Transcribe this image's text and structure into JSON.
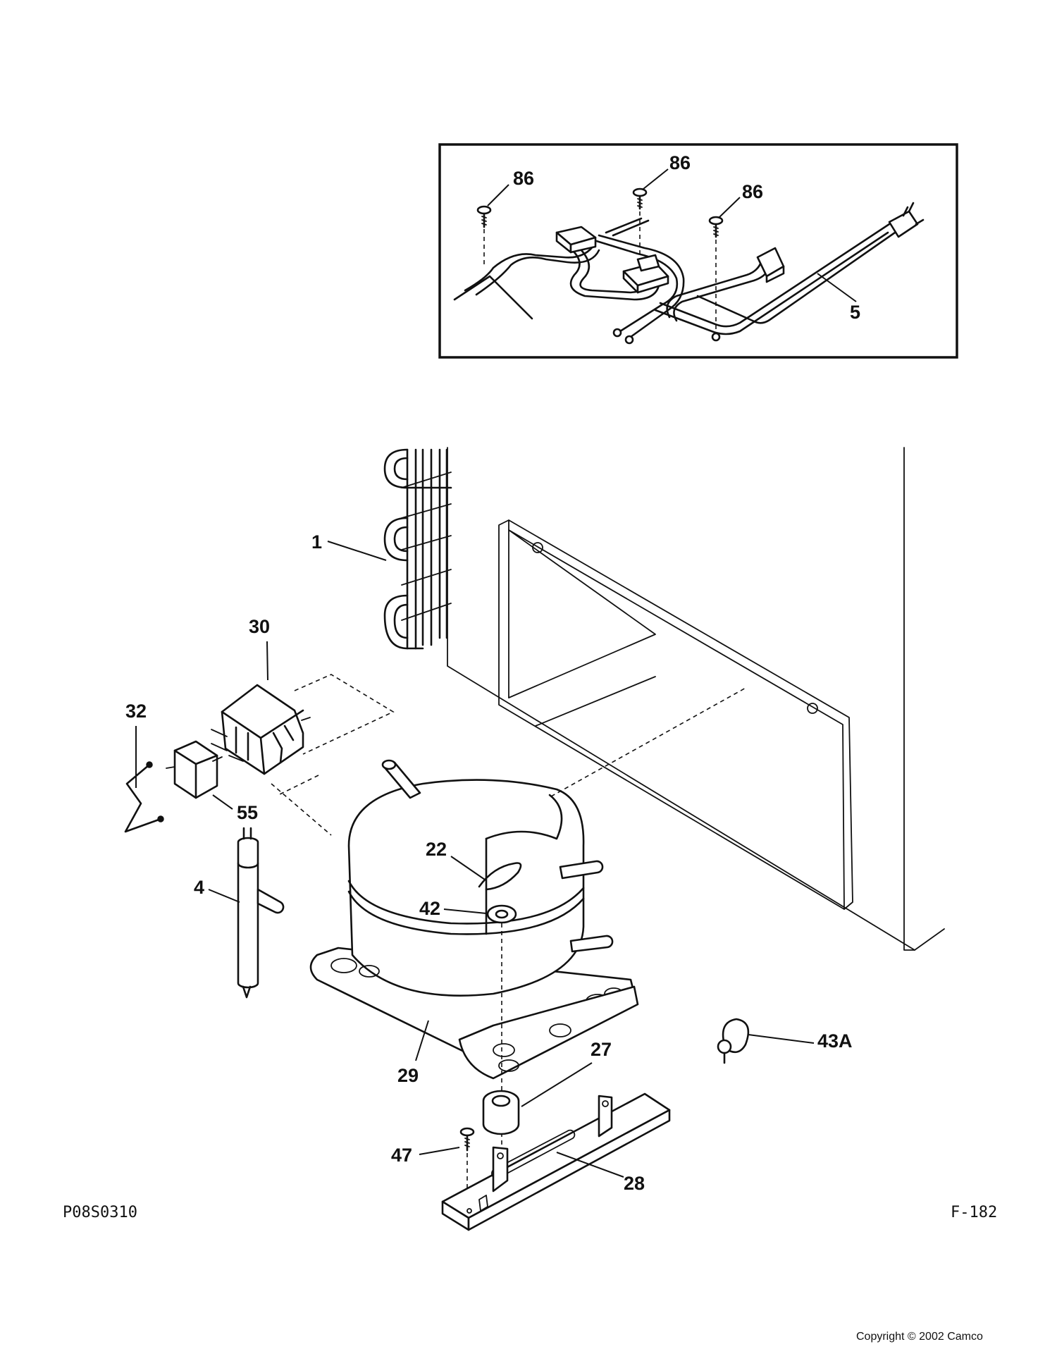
{
  "callouts": {
    "c86a": "86",
    "c86b": "86",
    "c86c": "86",
    "c5": "5",
    "c1": "1",
    "c30": "30",
    "c32": "32",
    "c55": "55",
    "c4": "4",
    "c22": "22",
    "c42": "42",
    "c29": "29",
    "c27": "27",
    "c43a": "43A",
    "c47": "47",
    "c28": "28"
  },
  "footer": {
    "figure_code": "P08S0310",
    "page_code": "F-182",
    "copyright": "Copyright © 2002 Camco"
  }
}
